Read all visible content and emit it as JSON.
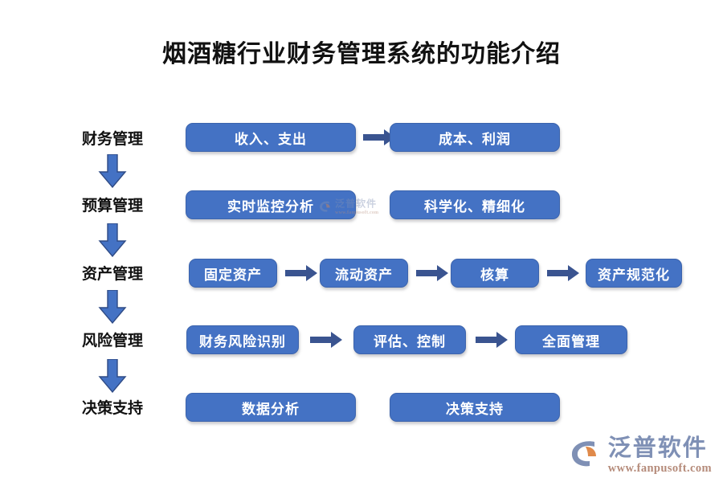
{
  "title": "烟酒糖行业财务管理系统的功能介绍",
  "colors": {
    "box_fill": "#4472C4",
    "box_border": "#3C64AD",
    "box_text": "#FFFFFF",
    "down_arrow_fill": "#4472C4",
    "down_arrow_border": "#2F4B85",
    "right_arrow_fill": "#3A5490",
    "title_text": "#111111",
    "background": "#FFFFFF",
    "watermark_name": "#7F90B5",
    "watermark_url": "#B58B7A",
    "watermark_accent": "#E08A4A"
  },
  "flow": {
    "rows": [
      {
        "label": "财务管理",
        "steps": [
          {
            "text": "收入、支出"
          },
          {
            "text": "成本、利润"
          }
        ],
        "connectors": [
          "arrow-right"
        ]
      },
      {
        "label": "预算管理",
        "steps": [
          {
            "text": "实时监控分析"
          },
          {
            "text": "科学化、精细化"
          }
        ],
        "connectors": [
          "none"
        ]
      },
      {
        "label": "资产管理",
        "steps": [
          {
            "text": "固定资产"
          },
          {
            "text": "流动资产"
          },
          {
            "text": "核算"
          },
          {
            "text": "资产规范化"
          }
        ],
        "connectors": [
          "arrow-right",
          "arrow-right",
          "arrow-right"
        ]
      },
      {
        "label": "风险管理",
        "steps": [
          {
            "text": "财务风险识别"
          },
          {
            "text": "评估、控制"
          },
          {
            "text": "全面管理"
          }
        ],
        "connectors": [
          "arrow-right",
          "arrow-right"
        ]
      },
      {
        "label": "决策支持",
        "steps": [
          {
            "text": "数据分析"
          },
          {
            "text": "决策支持"
          }
        ],
        "connectors": [
          "none"
        ]
      }
    ],
    "stage_connector_count": 4,
    "stage_connector_type": "arrow-down"
  },
  "watermark": {
    "name": "泛普软件",
    "url": "www.fanpusoft.com"
  }
}
